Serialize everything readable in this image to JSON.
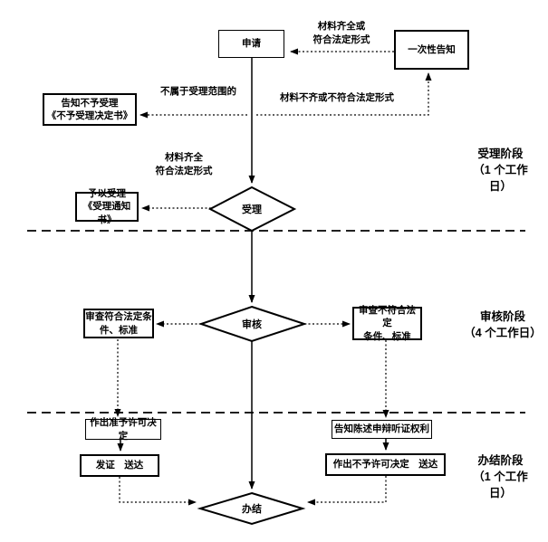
{
  "diagram": {
    "nodes": {
      "apply": {
        "label": "申请"
      },
      "one_time_notice": {
        "label": "一次性告知"
      },
      "reject_notice": {
        "label": "告知不予受理\n《不予受理决定书》"
      },
      "accept_notice": {
        "label": "予以受理\n《受理通知书》"
      },
      "accept_decision": {
        "label": "受理"
      },
      "review_decision": {
        "label": "审核"
      },
      "review_pass": {
        "label": "审查符合法定条\n件、标准"
      },
      "review_fail": {
        "label": "审查不符合法定\n条件、标准"
      },
      "grant_decision": {
        "label": "作出准予许可决定"
      },
      "issue_deliver": {
        "label": "发证　送达"
      },
      "notify_rights": {
        "label": "告知陈述申辩听证权利"
      },
      "deny_deliver": {
        "label": "作出不予许可决定　送达"
      },
      "complete": {
        "label": "办结"
      }
    },
    "edge_labels": {
      "material_complete_or_legal": "材料齐全或\n符合法定形式",
      "not_in_scope": "不属于受理范围的",
      "material_incomplete": "材料不齐或不符合法定形式",
      "material_complete_legal": "材料齐全\n符合法定形式"
    },
    "stage_labels": {
      "accept_stage": "受理阶段\n（1 个工作\n日）",
      "review_stage": "审核阶段\n（4 个工作日）",
      "complete_stage": "办结阶段\n（1 个工作\n日）"
    },
    "colors": {
      "line": "#000000",
      "background": "#ffffff",
      "text": "#000000"
    }
  }
}
